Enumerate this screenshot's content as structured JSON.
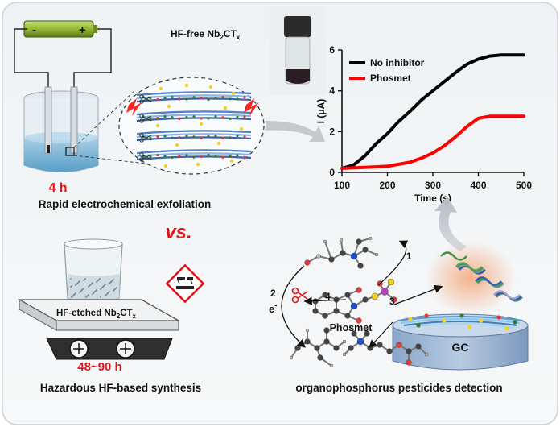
{
  "top_left": {
    "time": "4 h",
    "caption": "Rapid electrochemical exfoliation",
    "battery_minus": "-",
    "battery_plus": "+"
  },
  "product": {
    "prefix": "HF-free Nb",
    "sub1": "2",
    "mid": "CT",
    "sub2": "x"
  },
  "vs_label": "vs.",
  "bottom_left": {
    "hotplate_prefix": "HF-etched Nb",
    "hotplate_sub1": "2",
    "hotplate_mid": "CT",
    "hotplate_sub2": "x",
    "time": "48~90 h",
    "caption": "Hazardous HF-based synthesis"
  },
  "bottom_right": {
    "caption": "organophosphorus pesticides detection",
    "electrode_label": "GC",
    "molecule_label": "Phosmet",
    "step1": "1",
    "step2": "2",
    "step3": "3",
    "step4": "4",
    "electron": "e",
    "electron_sup": "-"
  },
  "chart_data": {
    "type": "line",
    "xlabel": "Time (s)",
    "ylabel": "I (μA)",
    "xlim": [
      100,
      500
    ],
    "ylim": [
      0,
      6
    ],
    "xticks": [
      100,
      200,
      300,
      400,
      500
    ],
    "yticks": [
      0,
      2,
      4,
      6
    ],
    "legend_placement": "top-left",
    "series": [
      {
        "name": "No inhibitor",
        "color": "#000000",
        "x": [
          100,
          125,
          150,
          175,
          200,
          225,
          250,
          275,
          300,
          325,
          350,
          375,
          400,
          425,
          450,
          475,
          500
        ],
        "y": [
          0.2,
          0.35,
          0.8,
          1.4,
          1.9,
          2.5,
          3.0,
          3.55,
          4.0,
          4.45,
          4.9,
          5.3,
          5.55,
          5.7,
          5.75,
          5.75,
          5.75
        ]
      },
      {
        "name": "Phosmet",
        "color": "#ff0000",
        "x": [
          100,
          150,
          200,
          225,
          250,
          275,
          300,
          325,
          350,
          375,
          400,
          425,
          450,
          475,
          500
        ],
        "y": [
          0.2,
          0.25,
          0.3,
          0.4,
          0.5,
          0.7,
          0.95,
          1.3,
          1.75,
          2.25,
          2.65,
          2.75,
          2.75,
          2.75,
          2.75
        ]
      }
    ]
  }
}
